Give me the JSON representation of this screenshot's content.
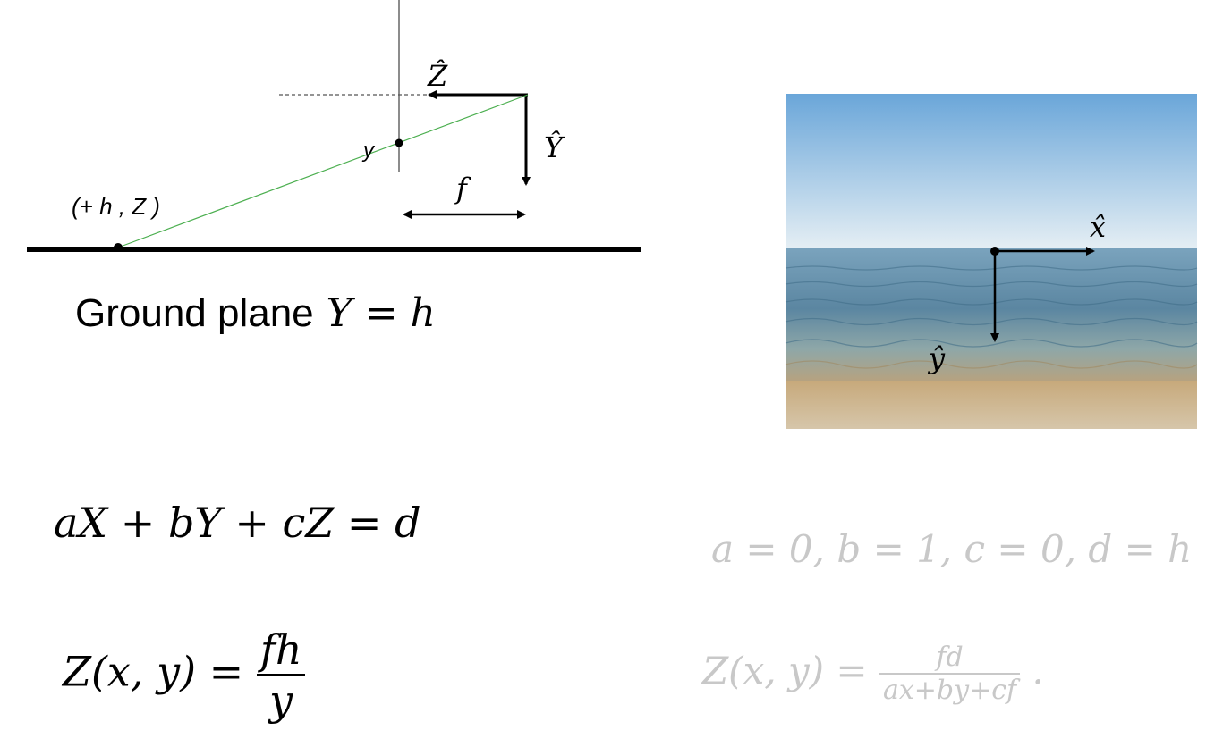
{
  "left_diagram": {
    "axis_z_label": "Ẑ",
    "axis_y_label": "Ŷ",
    "point_y_label": "y",
    "focal_label": "f",
    "ground_point_label": "(+ h , Z )",
    "caption_text": "Ground plane",
    "caption_math": "Y = h",
    "colors": {
      "ray": "#4caf50",
      "ground": "#000000",
      "axes": "#000000",
      "dashed": "#555555"
    }
  },
  "photo": {
    "axis_x_label": "x̂",
    "axis_y_label": "ŷ",
    "colors": {
      "sky_top": "#6aa6d9",
      "sky_bottom": "#e4eef3",
      "sea_top": "#6f98b3",
      "sea_mid": "#5f8aa5",
      "sand": "#c9b08a"
    }
  },
  "equations": {
    "plane": "aX + bY + cZ = d",
    "depth_lhs": "Z(x, y) =",
    "depth_num": "fh",
    "depth_den": "y",
    "params": "a = 0, b = 1, c = 0, d = h",
    "general_lhs": "Z(x, y) =",
    "general_num": "fd",
    "general_den": "ax+by+cf",
    "general_tail": "."
  }
}
